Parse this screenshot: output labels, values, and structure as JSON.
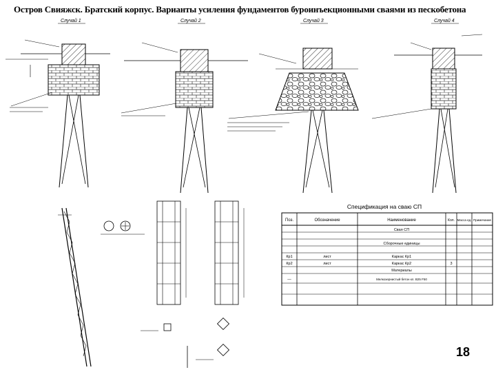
{
  "header": {
    "title": "Остров Свияжск. Братский корпус. Варианты усиления фундаментов буроинъекционными сваями из пескобетона"
  },
  "sections": {
    "s1": "Случай 1",
    "s2": "Случай 2",
    "s3": "Случай 3",
    "s4": "Случай 4"
  },
  "specification": {
    "title": "Спецификация на сваю СП",
    "columns": [
      "Поз.",
      "Обозначение",
      "Наименование",
      "Кол.",
      "Масса ед.",
      "Примечание"
    ],
    "rows": [
      {
        "pos": "",
        "designation": "",
        "name": "Свая СП",
        "qty": "",
        "mass": "",
        "note": ""
      },
      {
        "pos": "",
        "designation": "",
        "name": "Сборочные единицы",
        "qty": "",
        "mass": "",
        "note": ""
      },
      {
        "pos": "Кр1",
        "designation": "лист",
        "name": "Каркас Кр1",
        "qty": "",
        "mass": "",
        "note": ""
      },
      {
        "pos": "Кр2",
        "designation": "лист",
        "name": "Каркас Кр2",
        "qty": "3",
        "mass": "",
        "note": ""
      },
      {
        "pos": "",
        "designation": "",
        "name": "Материалы",
        "qty": "",
        "mass": "",
        "note": ""
      },
      {
        "pos": "—",
        "designation": "",
        "name": "Мелкозернистый бетон кл. В25 F50",
        "qty": "",
        "mass": "",
        "note": ""
      }
    ]
  },
  "footer": {
    "page_number": "18"
  }
}
